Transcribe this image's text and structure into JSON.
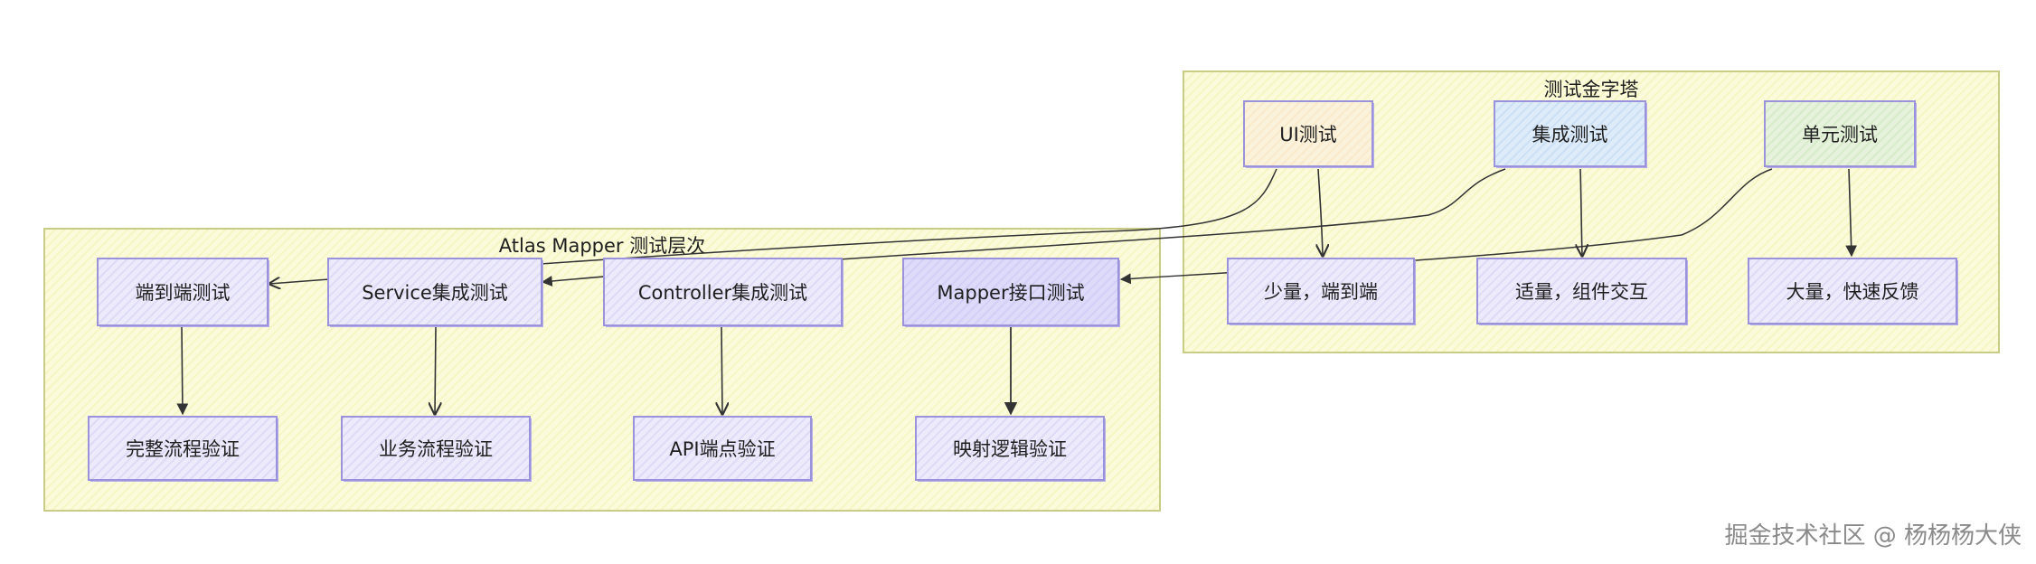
{
  "groups": {
    "atlas": {
      "title": "Atlas Mapper 测试层次"
    },
    "pyramid": {
      "title": "测试金字塔"
    }
  },
  "nodes": {
    "e2e": "端到端测试",
    "service": "Service集成测试",
    "controller": "Controller集成测试",
    "mapper": "Mapper接口测试",
    "full_flow": "完整流程验证",
    "biz_flow": "业务流程验证",
    "api_verify": "API端点验证",
    "mapping_verify": "映射逻辑验证",
    "ui_test": "UI测试",
    "integ_test": "集成测试",
    "unit_test": "单元测试",
    "few": "少量，端到端",
    "moderate": "适量，组件交互",
    "many": "大量，快速反馈"
  },
  "watermark": "掘金技术社区 @ 杨杨杨大侠",
  "colors": {
    "group_fill": "#fbfbdc",
    "group_border": "#c9cc86",
    "node_fill": "#eceafb",
    "node_border": "#9b92dc",
    "ui_fill": "#fbf2dc",
    "integ_fill": "#deebf8",
    "unit_fill": "#e6f2dc",
    "edge": "#333333"
  }
}
